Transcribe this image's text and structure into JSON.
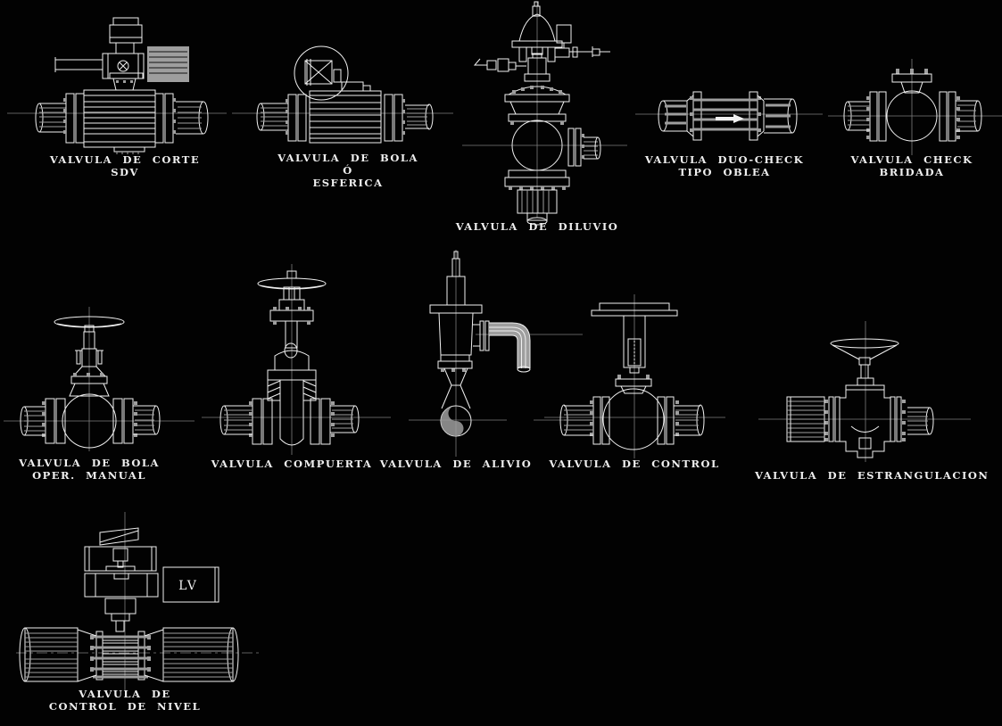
{
  "canvas": {
    "background": "#020202",
    "line_color": "#f0f0f0",
    "secondary_gray": "#9e9e9e",
    "centerline_color": "#7d7d7d",
    "text_color": "#efefef"
  },
  "figures": [
    {
      "id": "valvula-de-corte-sdv",
      "label_lines": [
        "VALVULA DE CORTE",
        "SDV"
      ]
    },
    {
      "id": "valvula-de-bola-esferica",
      "label_lines": [
        "VALVULA DE BOLA",
        "Ó",
        "ESFERICA"
      ]
    },
    {
      "id": "valvula-de-diluvio",
      "label_lines": [
        "VALVULA DE DILUVIO"
      ]
    },
    {
      "id": "valvula-duo-check-oblea",
      "label_lines": [
        "VALVULA DUO-CHECK",
        "TIPO OBLEA"
      ]
    },
    {
      "id": "valvula-check-bridada",
      "label_lines": [
        "VALVULA CHECK",
        "BRIDADA"
      ]
    },
    {
      "id": "valvula-de-bola-oper-manual",
      "label_lines": [
        "VALVULA DE BOLA",
        "OPER. MANUAL"
      ]
    },
    {
      "id": "valvula-compuerta",
      "label_lines": [
        "VALVULA COMPUERTA"
      ]
    },
    {
      "id": "valvula-de-alivio",
      "label_lines": [
        "VALVULA DE ALIVIO"
      ]
    },
    {
      "id": "valvula-de-control",
      "label_lines": [
        "VALVULA DE CONTROL"
      ]
    },
    {
      "id": "valvula-de-estrangulacion",
      "label_lines": [
        "VALVULA DE ESTRANGULACION"
      ]
    },
    {
      "id": "valvula-de-control-de-nivel",
      "label_lines": [
        "VALVULA DE",
        "CONTROL DE NIVEL"
      ],
      "tag": "LV"
    }
  ]
}
